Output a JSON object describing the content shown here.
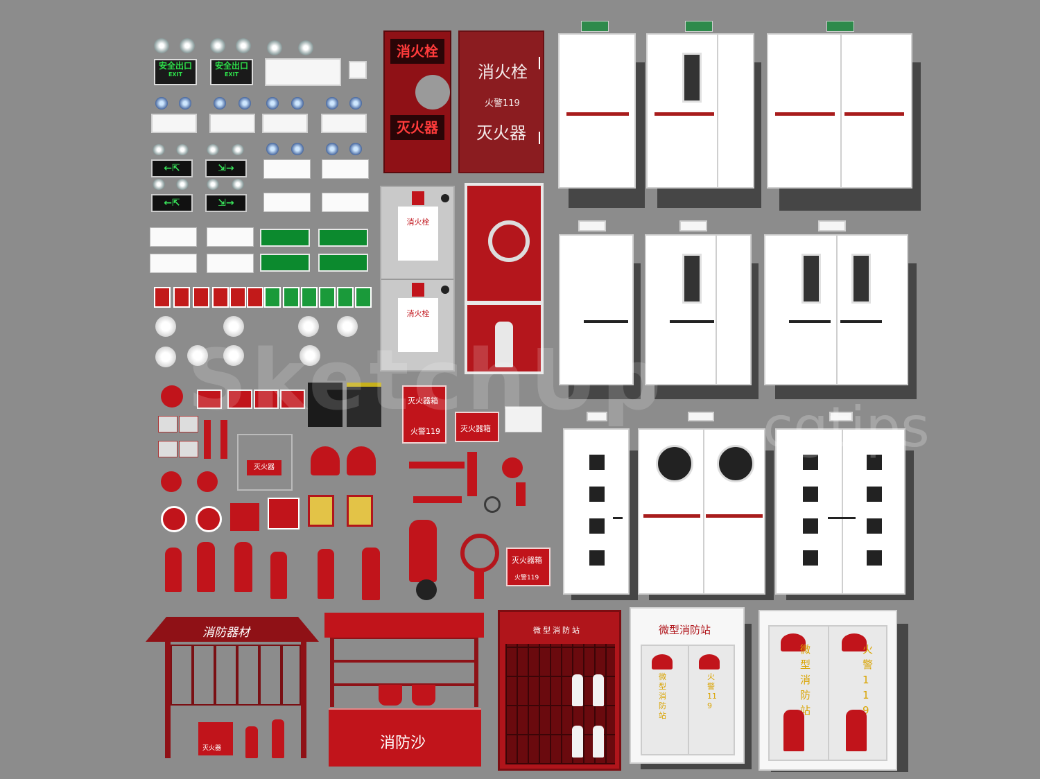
{
  "watermark": {
    "main": "SketchUp",
    "sub": "cgtips"
  },
  "exit_signs": [
    {
      "cn": "安全出口",
      "en": "EXIT"
    },
    {
      "cn": "安全出口",
      "en": "EXIT"
    }
  ],
  "hydrant_cabinet_left": {
    "top_text": "消火栓",
    "bottom_text": "灭火器"
  },
  "hydrant_cabinet_door": {
    "line1": "消火栓",
    "line2": "火警119",
    "line3": "灭火器"
  },
  "small_hydrant_boxes": [
    {
      "label": "消火栓"
    },
    {
      "label": "消火栓"
    }
  ],
  "extinguisher_box_1": {
    "line1": "灭火器箱",
    "line2": "火警119"
  },
  "extinguisher_box_2": {
    "line1": "灭火器箱"
  },
  "extinguisher_stand": {
    "label": "灭火器"
  },
  "extinguisher_box_3": {
    "line1": "灭火器箱",
    "line2": "火警119"
  },
  "fire_equipment_shelter": {
    "title": "消防器材",
    "box_label": "灭火器"
  },
  "fire_sand_stand": {
    "label": "消防沙"
  },
  "micro_station_red": {
    "title": "微型消防站"
  },
  "micro_station_white_1": {
    "title": "微型消防站",
    "vertical_left": "微型消防站",
    "vertical_right": "火警119"
  },
  "micro_station_white_2": {
    "vertical_left": "微型消防站",
    "vertical_right": "火警119"
  },
  "alarm_labels": {
    "alarm": "火警"
  },
  "colors": {
    "background": "#8c8c8c",
    "fire_red": "#c1141b",
    "dark_red": "#8f1116",
    "door_white": "#ffffff",
    "exit_green": "#2ee04b"
  }
}
